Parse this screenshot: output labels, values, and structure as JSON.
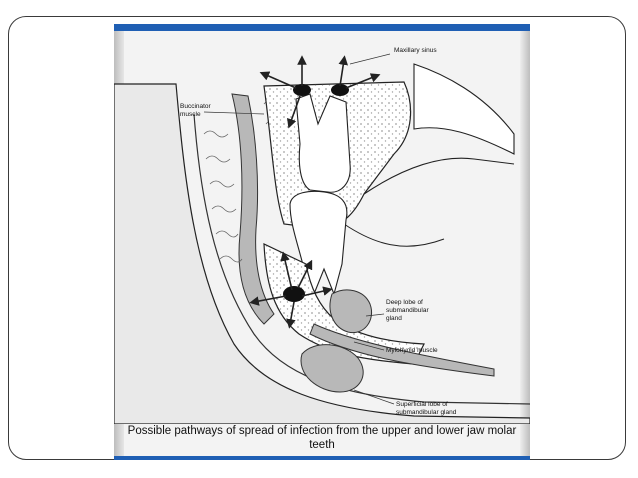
{
  "labels": {
    "maxillary_sinus": "Maxillary sinus",
    "buccinator": [
      "Buccinator",
      "muscle"
    ],
    "deep_lobe": [
      "Deep lobe of",
      "submandibular",
      "gland"
    ],
    "mylohyoid": "Mylohyoid muscle",
    "superficial_lobe": [
      "Superficial lobe of",
      "submandibular gland"
    ]
  },
  "caption": {
    "line1": "Possible pathways of spread of infection from the upper and lower jaw molar",
    "line2": "teeth"
  },
  "colors": {
    "accent_bar": "#1f5fb4",
    "frame_border": "#3a3a3a",
    "figure_bg": "#f3f3f3",
    "tissue_gray": "#b8b8b8",
    "infection_black": "#111111"
  }
}
